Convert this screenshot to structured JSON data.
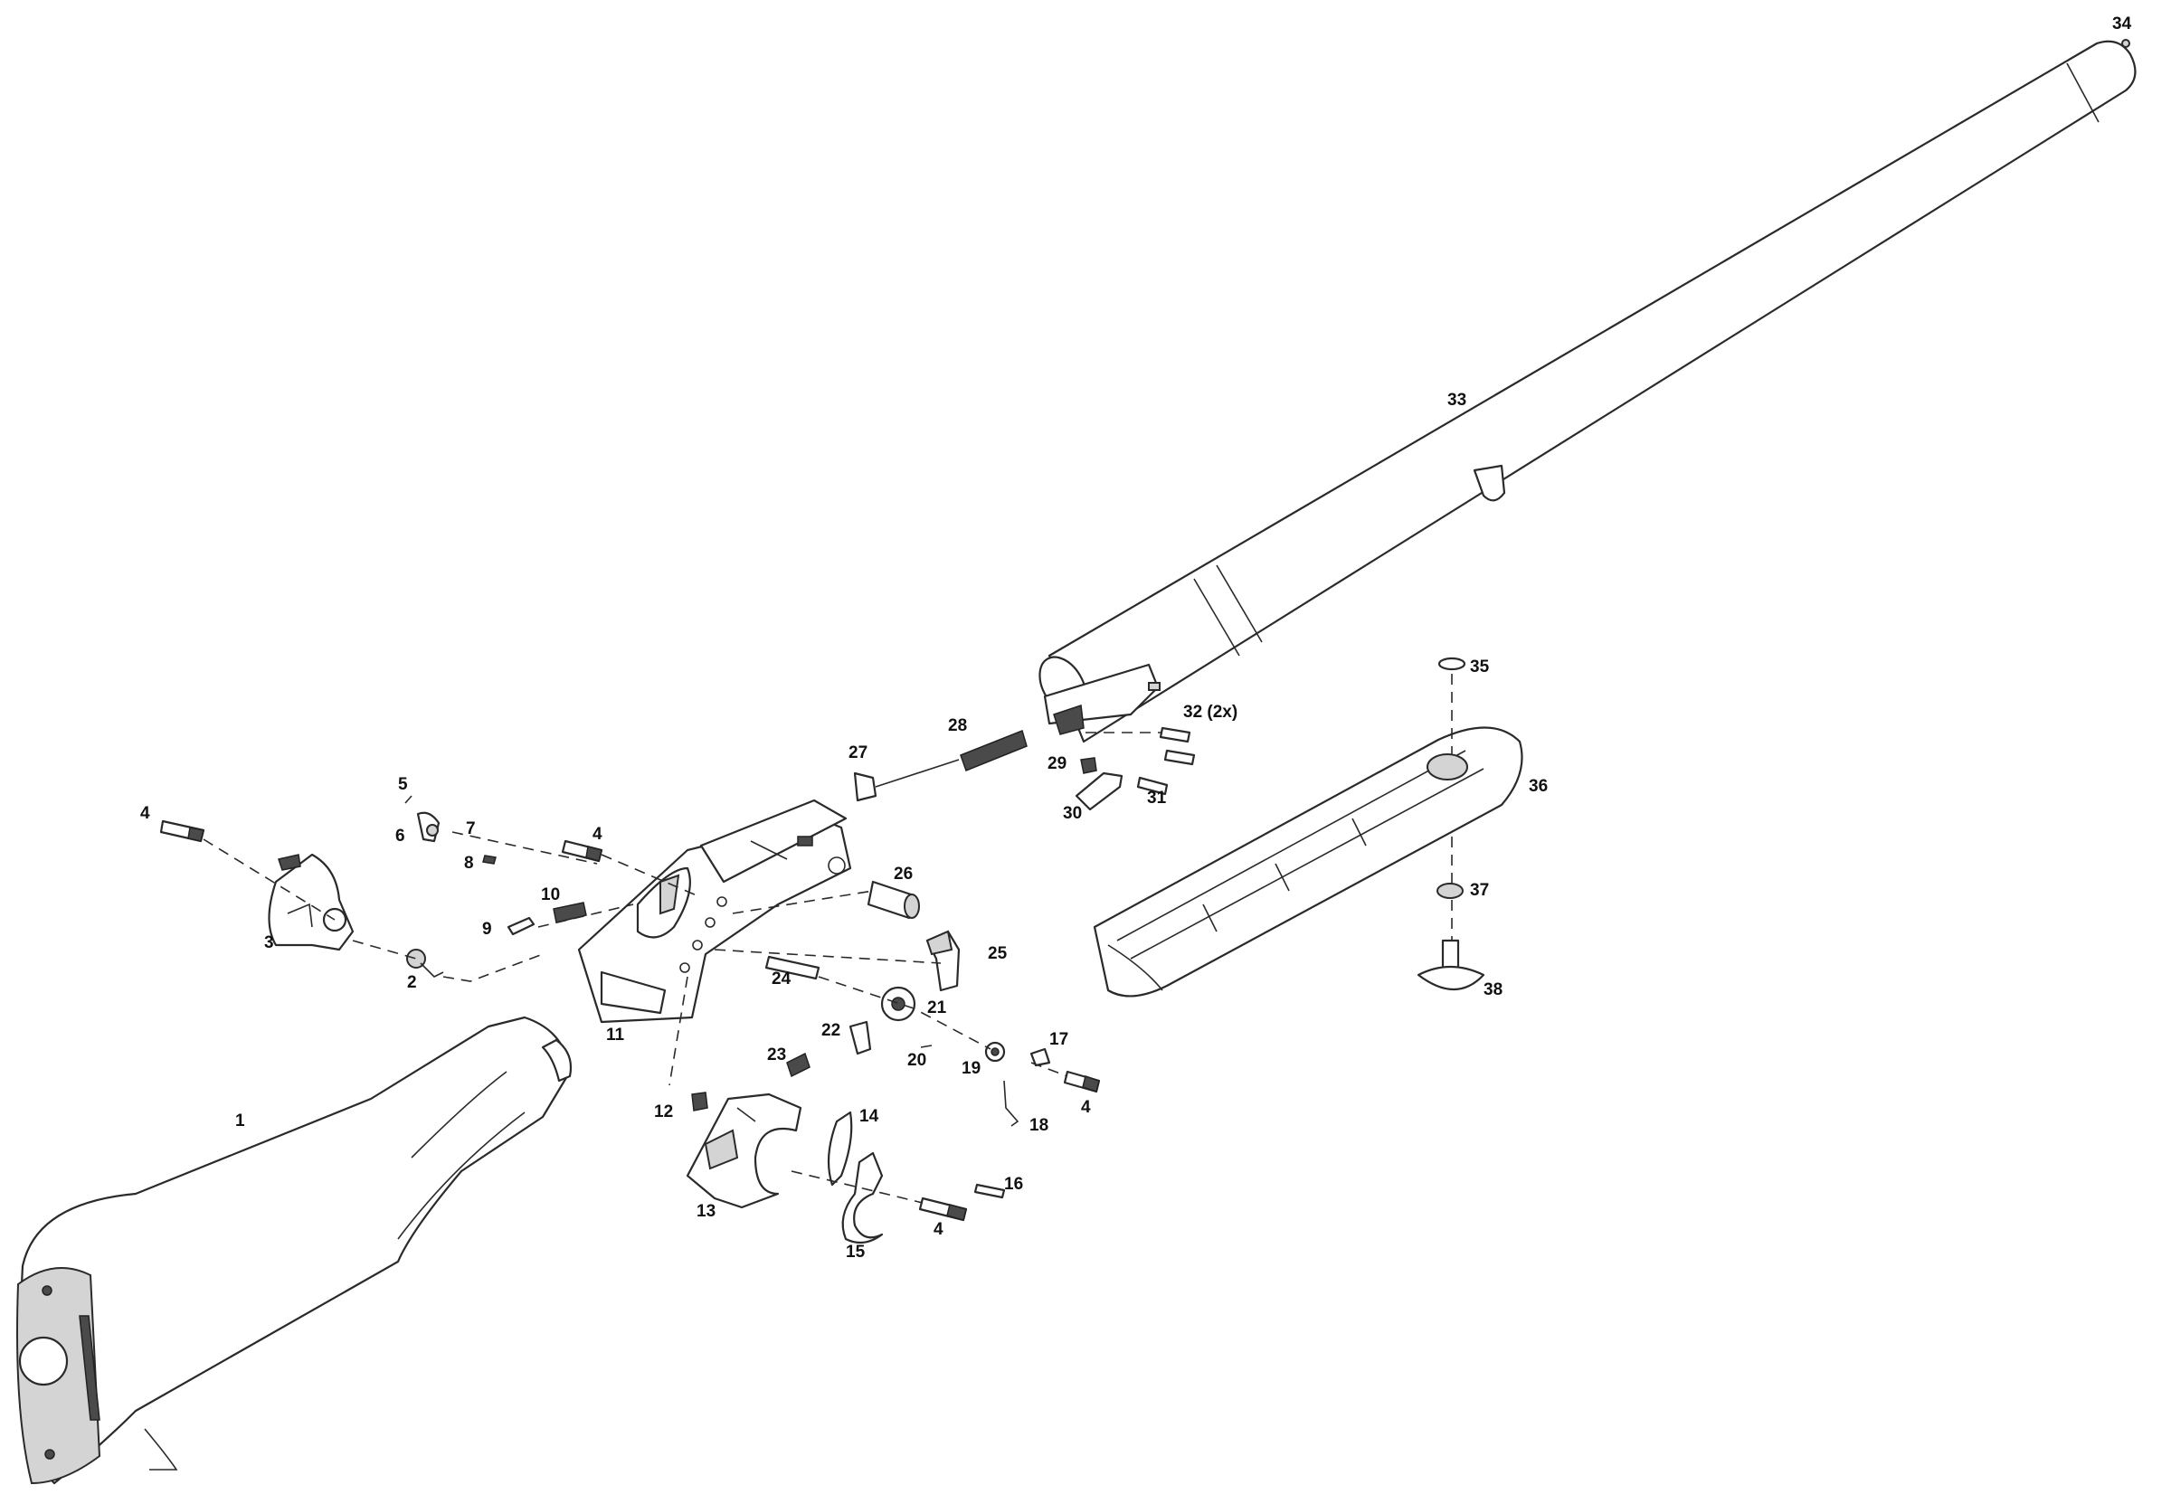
{
  "labels": {
    "p1": "1",
    "p2": "2",
    "p3": "3",
    "p4a": "4",
    "p4b": "4",
    "p4c": "4",
    "p4d": "4",
    "p5": "5",
    "p6": "6",
    "p7": "7",
    "p8": "8",
    "p9": "9",
    "p10": "10",
    "p11": "11",
    "p12": "12",
    "p13": "13",
    "p14": "14",
    "p15": "15",
    "p16": "16",
    "p17": "17",
    "p18": "18",
    "p19": "19",
    "p20": "20",
    "p21": "21",
    "p22": "22",
    "p23": "23",
    "p24": "24",
    "p25": "25",
    "p26": "26",
    "p27": "27",
    "p28": "28",
    "p29": "29",
    "p30": "30",
    "p31": "31",
    "p32": "32 (2x)",
    "p33": "33",
    "p34": "34",
    "p35": "35",
    "p36": "36",
    "p37": "37",
    "p38": "38"
  },
  "colors": {
    "line": "#2a2a2a",
    "fill": "#ffffff",
    "shade": "#d4d4d4",
    "dark": "#4a4a4a"
  }
}
